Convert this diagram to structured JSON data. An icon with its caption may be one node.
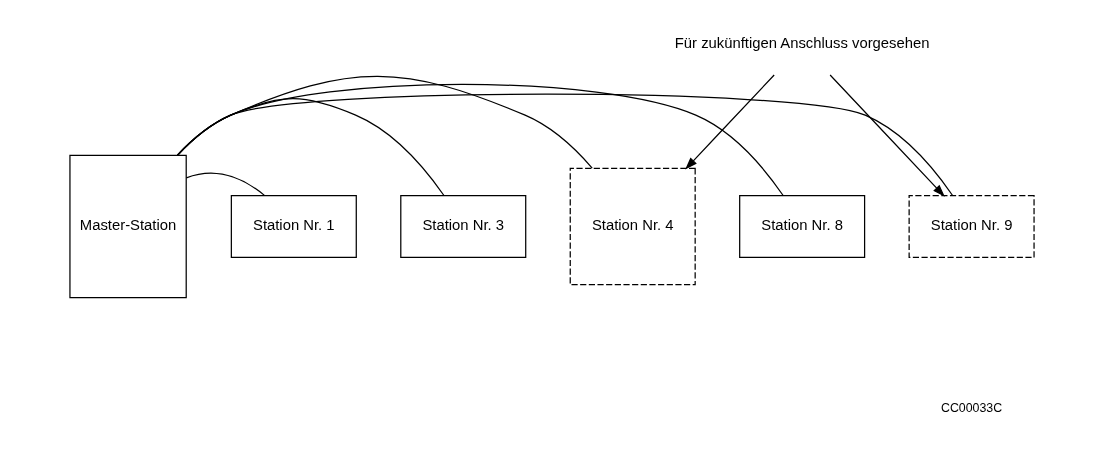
{
  "diagram": {
    "nodes": [
      {
        "text": [
          "Master-Station"
        ]
      },
      {
        "text": [
          "Station Nr. 1"
        ]
      },
      {
        "text": [
          "Station Nr. 3"
        ]
      },
      {
        "text": [
          "Station Nr. 4"
        ]
      },
      {
        "text": [
          "Station Nr. 8"
        ]
      },
      {
        "text": [
          "Station Nr. 9"
        ]
      },
      {
        "text": [
          "Für zukünftigen Anschluss vorgesehen"
        ]
      }
    ],
    "edges": [
      {
        "from": 0,
        "to": 1,
        "arrow": "none"
      },
      {
        "from": 0,
        "to": 2,
        "arrow": "none"
      },
      {
        "from": 0,
        "to": 3,
        "arrow": "none"
      },
      {
        "from": 0,
        "to": 4,
        "arrow": "none"
      },
      {
        "from": 0,
        "to": 5,
        "arrow": "none"
      },
      {
        "from": 6,
        "to": 3,
        "arrow": "to"
      },
      {
        "from": 6,
        "to": 5,
        "arrow": "to"
      }
    ],
    "labels": [
      "CC00033C"
    ]
  }
}
